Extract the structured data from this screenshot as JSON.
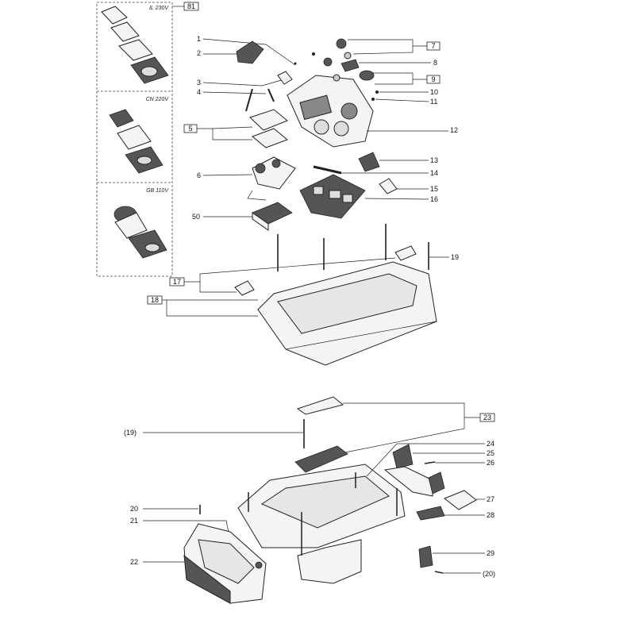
{
  "variants": {
    "il": "IL 230V",
    "cn": "CN 220V",
    "gb": "GB 110V"
  },
  "kit_label": "81",
  "labels": {
    "p1": "1",
    "p2": "2",
    "p3": "3",
    "p4": "4",
    "p5": "5",
    "p6": "6",
    "p7": "7",
    "p8": "8",
    "p9": "9",
    "p10": "10",
    "p11": "11",
    "p12": "12",
    "p13": "13",
    "p14": "14",
    "p15": "15",
    "p16": "16",
    "p17": "17",
    "p18": "18",
    "p19": "19",
    "p50": "50",
    "p19b": "(19)",
    "p20": "20",
    "p20b": "(20)",
    "p21": "21",
    "p22": "22",
    "p23": "23",
    "p24": "24",
    "p25": "25",
    "p26": "26",
    "p27": "27",
    "p28": "28",
    "p29": "29"
  }
}
